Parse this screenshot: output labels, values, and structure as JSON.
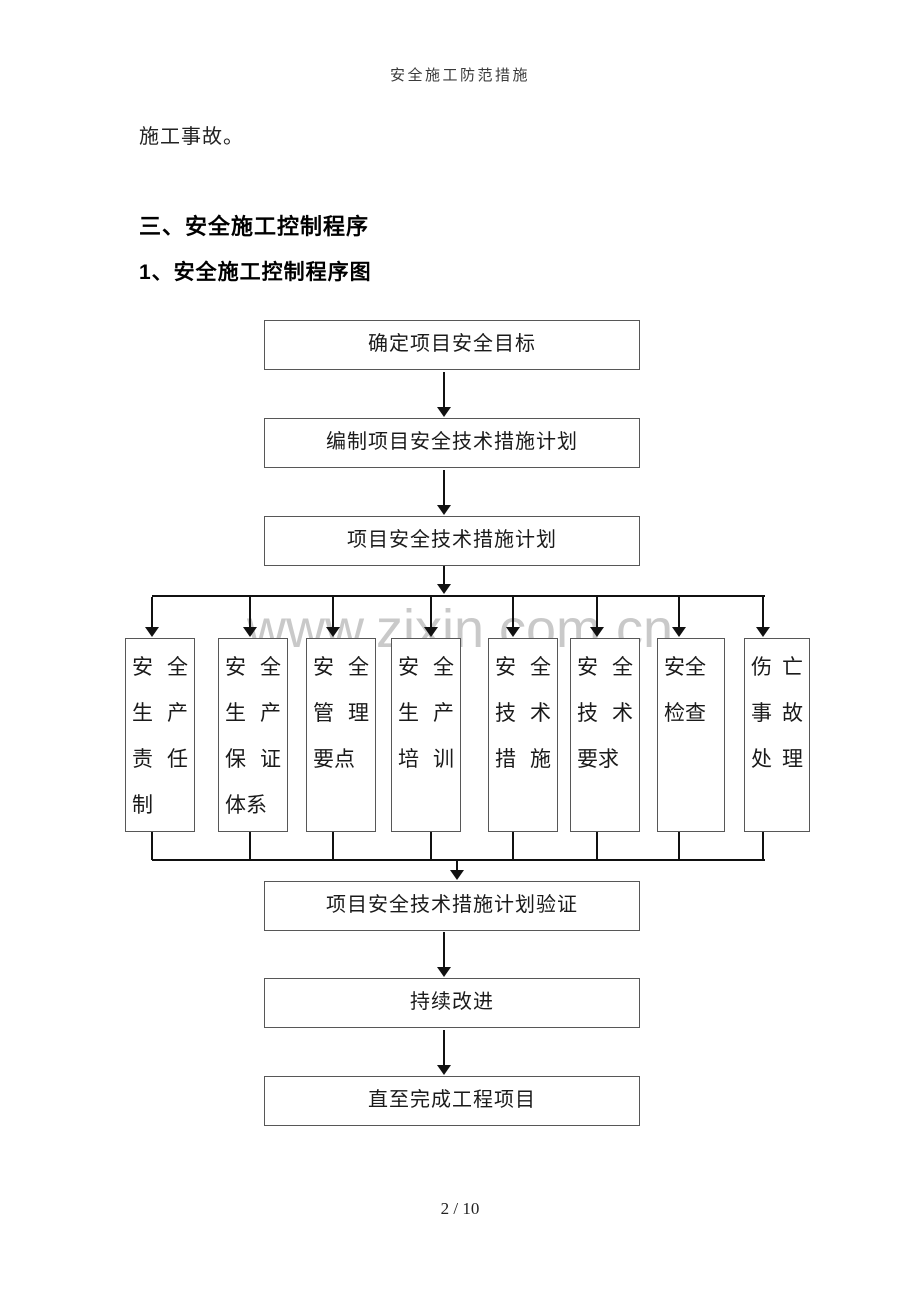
{
  "page": {
    "header": "安全施工防范措施",
    "body_text": "施工事故。",
    "section_heading": "三、安全施工控制程序",
    "subsection_heading": "1、安全施工控制程序图",
    "page_number": "2 / 10"
  },
  "watermark": "www.zixin.com.cn",
  "flowchart": {
    "sequence_boxes": {
      "goal": "确定项目安全目标",
      "plan_compile": "编制项目安全技术措施计划",
      "plan": "项目安全技术措施计划",
      "verify": "项目安全技术措施计划验证",
      "improve": "持续改进",
      "finish": "直至完成工程项目"
    },
    "branch_boxes": [
      {
        "label": "安全生产责任制",
        "lines": [
          "安 全",
          "生 产",
          "责 任",
          "制"
        ]
      },
      {
        "label": "安全生产保证体系",
        "lines": [
          "安 全",
          "生 产",
          "保 证",
          "体系"
        ]
      },
      {
        "label": "安全管理要点",
        "lines": [
          "安 全",
          "管 理",
          "要点"
        ]
      },
      {
        "label": "安全生产培训",
        "lines": [
          "安 全",
          "生 产",
          "培 训"
        ]
      },
      {
        "label": "安全技术措施",
        "lines": [
          "安 全",
          "技 术",
          "措 施"
        ]
      },
      {
        "label": "安全技术要求",
        "lines": [
          "安 全",
          "技 术",
          "要求"
        ]
      },
      {
        "label": "安全检查",
        "lines": [
          "安全",
          "检查"
        ]
      },
      {
        "label": "伤亡事故处理",
        "lines": [
          "伤 亡",
          "事 故",
          "处 理"
        ]
      }
    ]
  },
  "colors": {
    "box_border": "#575757",
    "connector": "#111111",
    "watermark": "#c9c9c9",
    "text": "#1a1a1a"
  }
}
